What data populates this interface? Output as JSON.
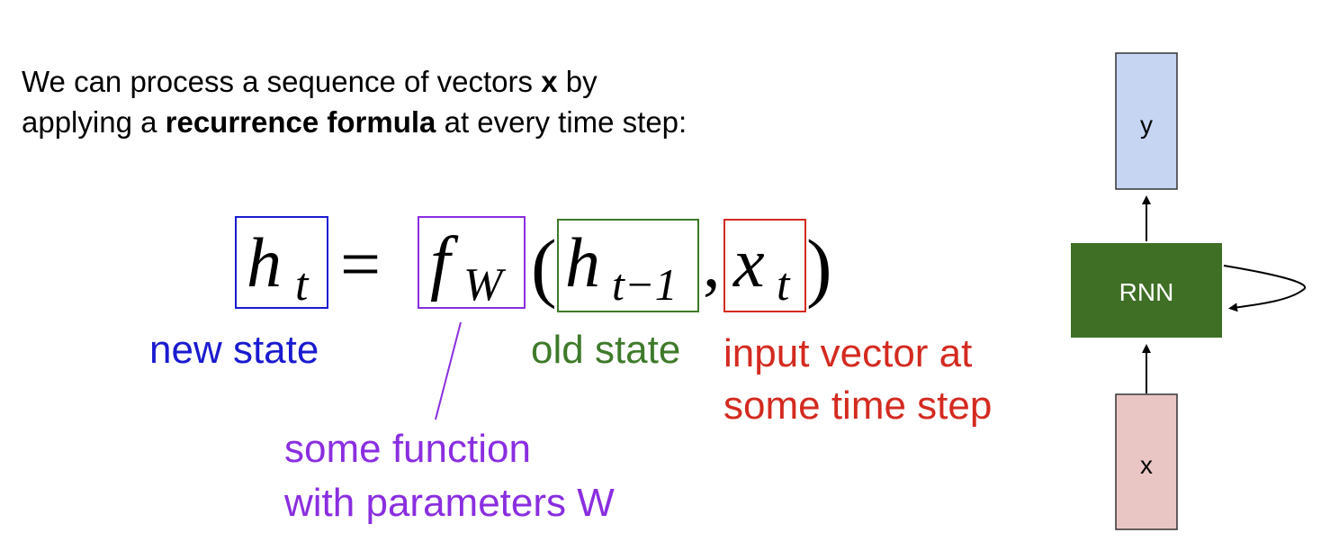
{
  "intro": {
    "line1_pre": "We can process a sequence of vectors ",
    "line1_bold": "x",
    "line1_post": " by",
    "line2_pre": "applying a ",
    "line2_bold": "recurrence formula",
    "line2_post": " at every time step:"
  },
  "formula": {
    "h": "h",
    "t": "t",
    "equals": "=",
    "f": "f",
    "W": "W",
    "open_paren": "(",
    "h_prev": "h",
    "t_minus_1": "t−1",
    "comma": ",",
    "x": "x",
    "t2": "t",
    "close_paren": ")"
  },
  "labels": {
    "new_state": "new state",
    "old_state": "old state",
    "input_line1": "input vector at",
    "input_line2": "some time step",
    "function_line1": "some function",
    "function_line2": "with parameters W"
  },
  "diagram": {
    "y": "y",
    "rnn": "RNN",
    "x": "x"
  },
  "colors": {
    "blue": "#1a1ad0",
    "purple": "#8a2ee0",
    "green": "#3e7a2a",
    "red": "#d42a20",
    "y_box": "#c5d5f2",
    "rnn_box": "#3f6f25",
    "x_box": "#e9c6c4"
  }
}
